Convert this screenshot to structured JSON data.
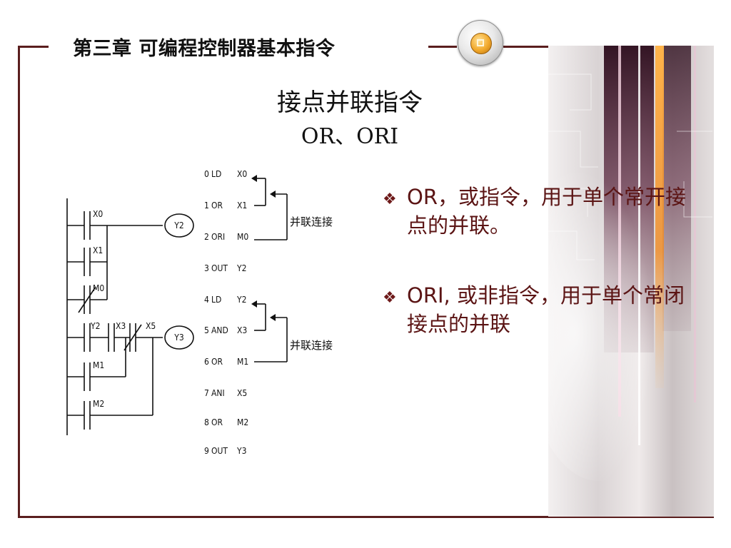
{
  "header": {
    "chapter_title": "第三章 可编程控制器基本指令"
  },
  "title": {
    "main": "接点并联指令",
    "sub": "OR、ORI"
  },
  "ladder": {
    "contacts": [
      {
        "label": "X0",
        "type": "NO"
      },
      {
        "label": "X1",
        "type": "NO"
      },
      {
        "label": "M0",
        "type": "NC"
      },
      {
        "label": "Y2",
        "type": "NO"
      },
      {
        "label": "X3",
        "type": "NO"
      },
      {
        "label": "X5",
        "type": "NC"
      },
      {
        "label": "M1",
        "type": "NO"
      },
      {
        "label": "M2",
        "type": "NO"
      }
    ],
    "coils": [
      "Y2",
      "Y3"
    ]
  },
  "instructions": [
    {
      "step": "0",
      "op": "LD",
      "operand": "X0"
    },
    {
      "step": "1",
      "op": "OR",
      "operand": "X1"
    },
    {
      "step": "2",
      "op": "ORI",
      "operand": "M0"
    },
    {
      "step": "3",
      "op": "OUT",
      "operand": "Y2"
    },
    {
      "step": "4",
      "op": "LD",
      "operand": "Y2"
    },
    {
      "step": "5",
      "op": "AND",
      "operand": "X3"
    },
    {
      "step": "6",
      "op": "OR",
      "operand": "M1"
    },
    {
      "step": "7",
      "op": "ANI",
      "operand": "X5"
    },
    {
      "step": "8",
      "op": "OR",
      "operand": "M2"
    },
    {
      "step": "9",
      "op": "OUT",
      "operand": "Y3"
    }
  ],
  "annotations": [
    "并联连接",
    "并联连接"
  ],
  "bullets": [
    {
      "marker": "❖",
      "lead": "OR",
      "text": "，或指令，用于单个常开接点的并联。"
    },
    {
      "marker": "❖",
      "lead": "ORI,",
      "text": " 或非指令，用于单个常闭接点的并联"
    }
  ],
  "colors": {
    "frame": "#5a1e1e",
    "bullet_text": "#5b1414",
    "badge_gold": "#f2a92b"
  }
}
